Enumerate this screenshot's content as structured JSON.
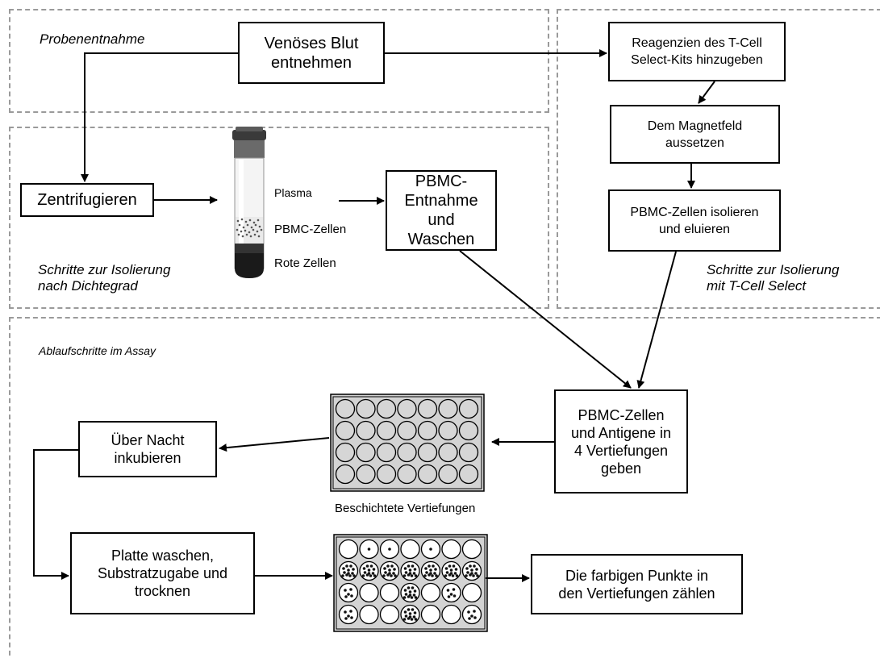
{
  "regions": {
    "sampling": "Probenentnahme",
    "density": "Schritte zur Isolierung\nnach Dichtegrad",
    "tcell": "Schritte zur Isolierung\nmit T-Cell Select",
    "assay": "Ablaufschritte im Assay"
  },
  "boxes": {
    "blood": "Venöses Blut\nentnehmen",
    "centrifuge": "Zentrifugieren",
    "pbmc_wash": "PBMC-\nEntnahme und\nWaschen",
    "reagents": "Reagenzien des T-Cell\nSelect-Kits hinzugeben",
    "magnet": "Dem Magnetfeld\naussetzen",
    "isolate": "PBMC-Zellen isolieren\nund eluieren",
    "antigens": "PBMC-Zellen\nund Antigene in\n4 Vertiefungen\ngeben",
    "overnight": "Über Nacht\ninkubieren",
    "wash_plate": "Platte waschen,\nSubstratzugabe und\ntrocknen",
    "count": "Die farbigen Punkte in\nden Vertiefungen zählen"
  },
  "tube_layers": {
    "plasma": "Plasma",
    "pbmc": "PBMC-Zellen",
    "red": "Rote Zellen"
  },
  "plate_caption": "Beschichtete Vertiefungen",
  "plate": {
    "rows": 4,
    "cols": 7,
    "result_pattern": [
      [
        0,
        1,
        1,
        0,
        1,
        0,
        0
      ],
      [
        3,
        3,
        3,
        3,
        3,
        3,
        3
      ],
      [
        2,
        0,
        0,
        3,
        0,
        2,
        0
      ],
      [
        2,
        0,
        0,
        3,
        0,
        0,
        2
      ]
    ]
  },
  "colors": {
    "line": "#000000",
    "dashed_border": "#9a9a9a",
    "well_fill": "#d6d6d6",
    "plate_fill": "#d3d3d3"
  }
}
